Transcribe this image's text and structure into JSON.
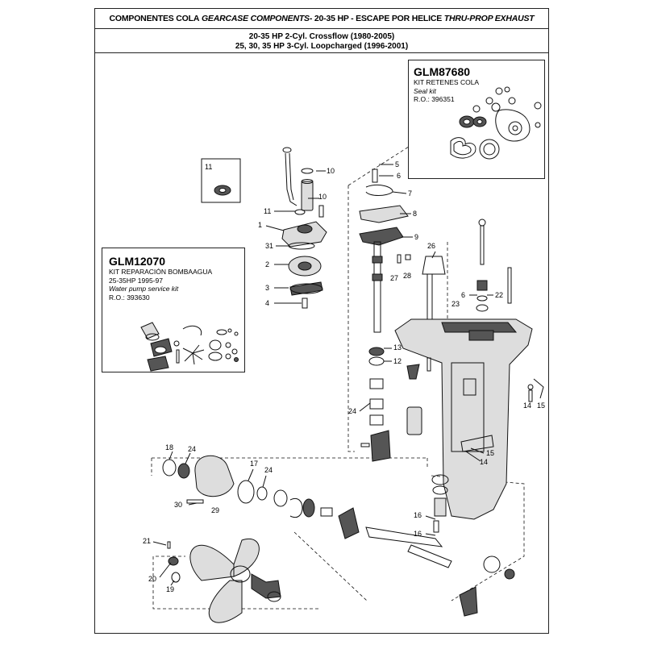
{
  "header": {
    "part1": "COMPONENTES COLA ",
    "part2": "GEARCASE COMPONENTS",
    "part3": " - 20-35 HP - ESCAPE POR HELICE ",
    "part4": "THRU-PROP EXHAUST"
  },
  "subtitle": {
    "line1": "20-35 HP 2-Cyl. Crossflow (1980-2005)",
    "line2": "25, 30, 35 HP 3-Cyl. Loopcharged (1996-2001)"
  },
  "kit_seal": {
    "code": "GLM87680",
    "name_es": "KIT RETENES COLA",
    "name_en": "Seal kit",
    "ro": "R.O.: 396351"
  },
  "kit_pump": {
    "code": "GLM12070",
    "name_es": "KIT REPARACIÓN BOMBAAGUA",
    "range": "25-35HP  1995-97",
    "name_en": "Water pump service kit",
    "ro": "R.O.: 393630"
  },
  "callouts": {
    "c11_box": "11",
    "c10a": "10",
    "c10b": "10",
    "c11": "11",
    "c1": "1",
    "c31": "31",
    "c2": "2",
    "c3": "3",
    "c4": "4",
    "c5": "5",
    "c6": "6",
    "c7": "7",
    "c8": "8",
    "c9": "9",
    "c26": "26",
    "c27": "27",
    "c28": "28",
    "c6b": "6",
    "c22": "22",
    "c23": "23",
    "c13": "13",
    "c12": "12",
    "c24a": "24",
    "c14a": "14",
    "c15a": "15",
    "c15b": "15",
    "c14b": "14",
    "c18": "18",
    "c24b": "24",
    "c17": "17",
    "c24c": "24",
    "c30": "30",
    "c29": "29",
    "c16a": "16",
    "c16b": "16",
    "c21": "21",
    "c20": "20",
    "c19": "19"
  }
}
